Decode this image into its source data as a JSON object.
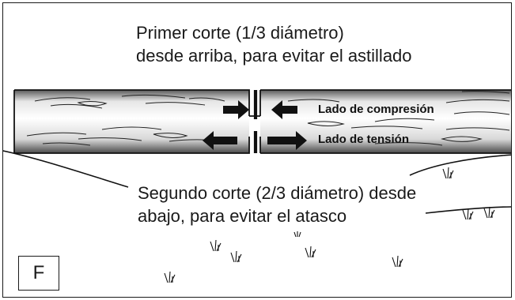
{
  "captions": {
    "top": [
      "Primer corte (1/3 diámetro)",
      "desde arriba, para evitar el astillado"
    ],
    "bottom": [
      "Segundo corte (2/3 diámetro) desde",
      "abajo, para evitar el atasco"
    ]
  },
  "force_labels": {
    "compression": "Lado de compresión",
    "tension": "Lado de tensión"
  },
  "panel_letter": "F"
}
